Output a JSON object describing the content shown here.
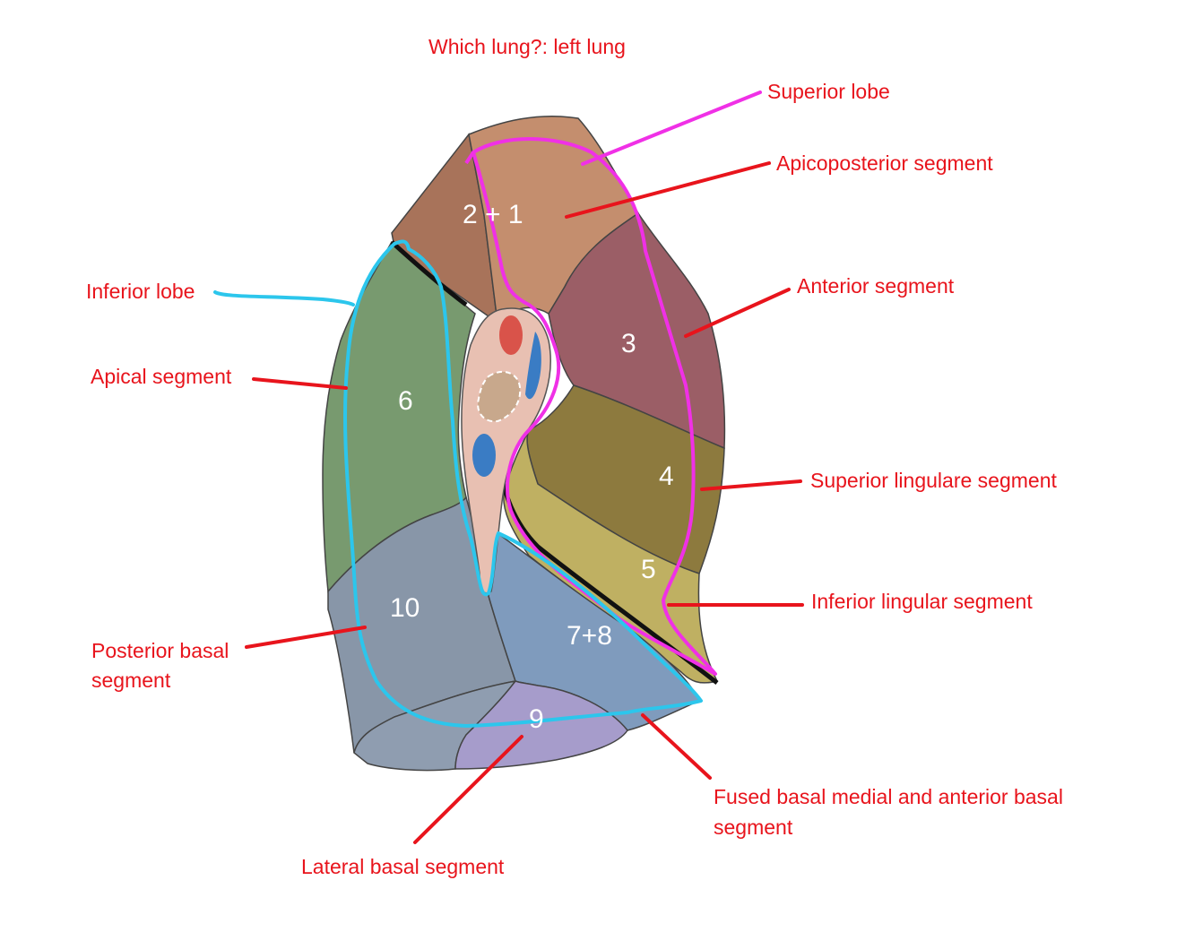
{
  "title": "Which lung?: left lung",
  "labels": {
    "superior_lobe": "Superior lobe",
    "apicoposterior": "Apicoposterior segment",
    "anterior": "Anterior segment",
    "superior_lingular": "Superior lingulare segment",
    "inferior_lingular": "Inferior lingular segment",
    "fused_basal_line1": "Fused basal medial and anterior basal",
    "fused_basal_line2": "segment",
    "lateral_basal": "Lateral basal segment",
    "posterior_basal_line1": "Posterior basal",
    "posterior_basal_line2": "segment",
    "apical": "Apical segment",
    "inferior_lobe": "Inferior lobe"
  },
  "segment_numbers": {
    "s21": "2 + 1",
    "s3": "3",
    "s4": "4",
    "s5": "5",
    "s6": "6",
    "s10": "10",
    "s78": "7+8",
    "s9": "9"
  },
  "colors": {
    "label_text": "#e8141c",
    "leader_line": "#e8141c",
    "superior_lobe_outline": "#f030e6",
    "inferior_lobe_outline": "#2cc6ec",
    "segment_2_1": "#c48e6e",
    "segment_2_1_posterior": "#a8735a",
    "segment_3": "#9b5e66",
    "segment_4": "#8d7a3e",
    "segment_5": "#bfb062",
    "segment_6": "#789a6f",
    "segment_10": "#8896a8",
    "segment_7_8": "#7f9bbd",
    "segment_9": "#a69ccb",
    "hilum": "#e8c0b2",
    "artery": "#d9534a",
    "vein": "#3a7cc4"
  }
}
